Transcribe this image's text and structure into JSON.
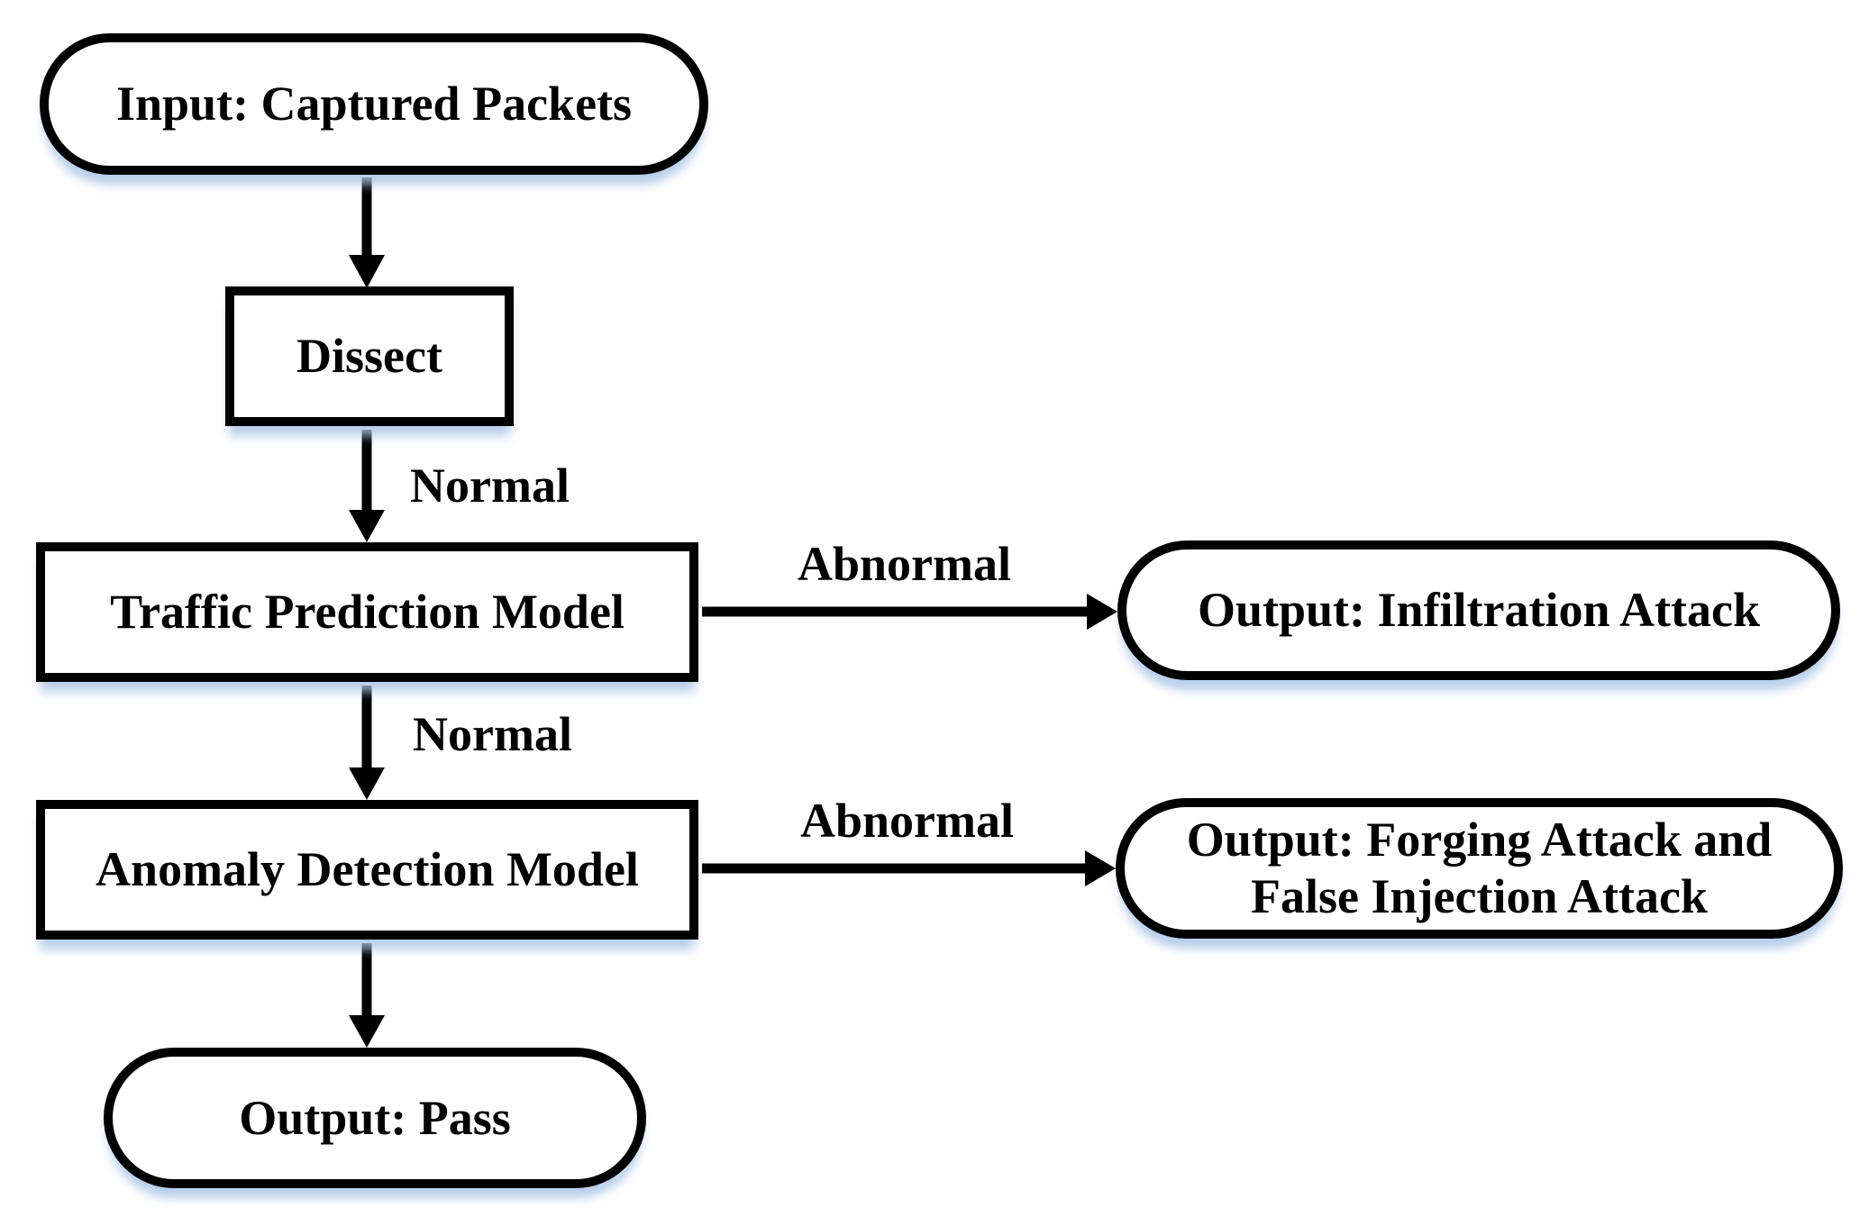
{
  "figure": {
    "background_color": "#ffffff",
    "ink_color": "#000000",
    "shadow_color": "#aac5e6",
    "type": "flowchart"
  },
  "nodes": [
    {
      "id": "input",
      "shape": "stadium",
      "label": "Input: Captured Packets"
    },
    {
      "id": "dissect",
      "shape": "rect",
      "label": "Dissect"
    },
    {
      "id": "traffic-prediction",
      "shape": "rect",
      "label": "Traffic Prediction Model"
    },
    {
      "id": "output-infiltration",
      "shape": "stadium",
      "label": "Output: Infiltration Attack"
    },
    {
      "id": "anomaly-detection",
      "shape": "rect",
      "label": "Anomaly Detection Model"
    },
    {
      "id": "output-forging",
      "shape": "stadium",
      "label": "Output: Forging Attack and\nFalse Injection Attack"
    },
    {
      "id": "output-pass",
      "shape": "stadium",
      "label": "Output: Pass"
    }
  ],
  "edges": [
    {
      "id": "input-to-dissect",
      "from": "input",
      "to": "dissect",
      "label": ""
    },
    {
      "id": "dissect-to-traffic",
      "from": "dissect",
      "to": "traffic-prediction",
      "label": "Normal"
    },
    {
      "id": "traffic-to-infiltration",
      "from": "traffic-prediction",
      "to": "output-infiltration",
      "label": "Abnormal"
    },
    {
      "id": "traffic-to-anomaly",
      "from": "traffic-prediction",
      "to": "anomaly-detection",
      "label": "Normal"
    },
    {
      "id": "anomaly-to-forging",
      "from": "anomaly-detection",
      "to": "output-forging",
      "label": "Abnormal"
    },
    {
      "id": "anomaly-to-pass",
      "from": "anomaly-detection",
      "to": "output-pass",
      "label": ""
    }
  ]
}
